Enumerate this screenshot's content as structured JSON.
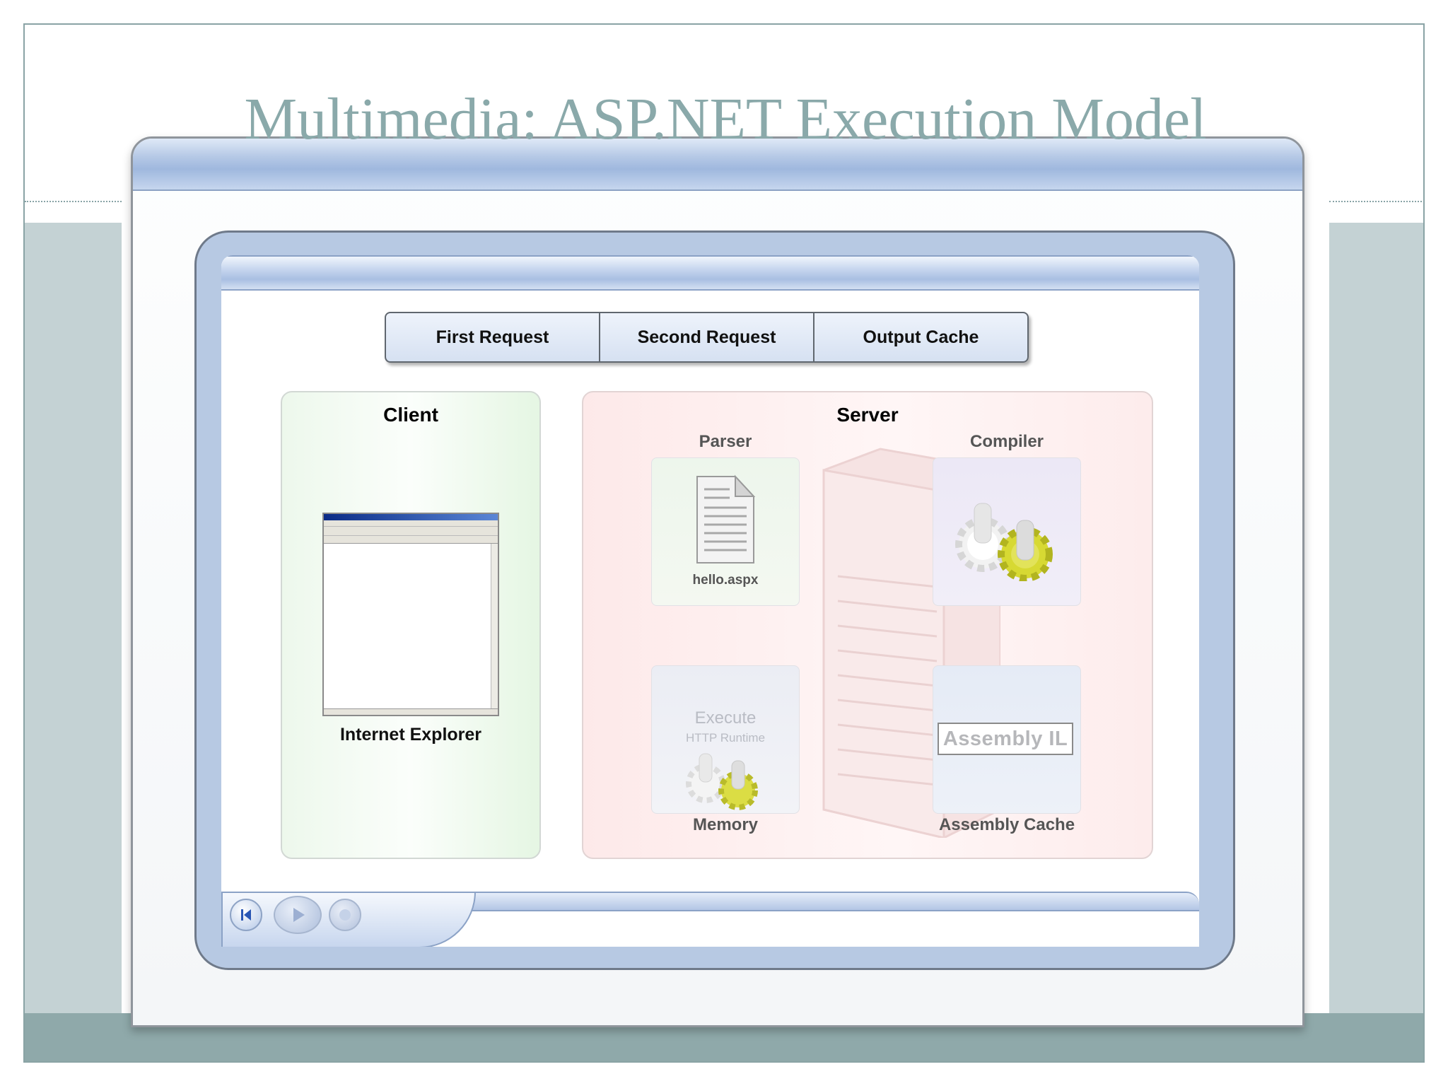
{
  "slide": {
    "title": "Multimedia: ASP.NET Execution Model"
  },
  "tabs": [
    {
      "label": "First Request"
    },
    {
      "label": "Second Request"
    },
    {
      "label": "Output Cache"
    }
  ],
  "client": {
    "title": "Client",
    "browser_label": "Internet Explorer"
  },
  "server": {
    "title": "Server",
    "parser": {
      "label": "Parser",
      "file": "hello.aspx"
    },
    "compiler": {
      "label": "Compiler"
    },
    "memory": {
      "label": "Memory",
      "execute": "Execute",
      "runtime": "HTTP Runtime"
    },
    "assembly_cache": {
      "label": "Assembly Cache",
      "box": "Assembly IL"
    }
  },
  "controls": {
    "icons": [
      "rewind-icon",
      "play-icon",
      "next-icon"
    ]
  },
  "colors": {
    "title": "#8aa9aa",
    "frame_blue": "#b7c9e3",
    "band": "#c4d2d4",
    "bottom_band": "#8fa9aa"
  }
}
